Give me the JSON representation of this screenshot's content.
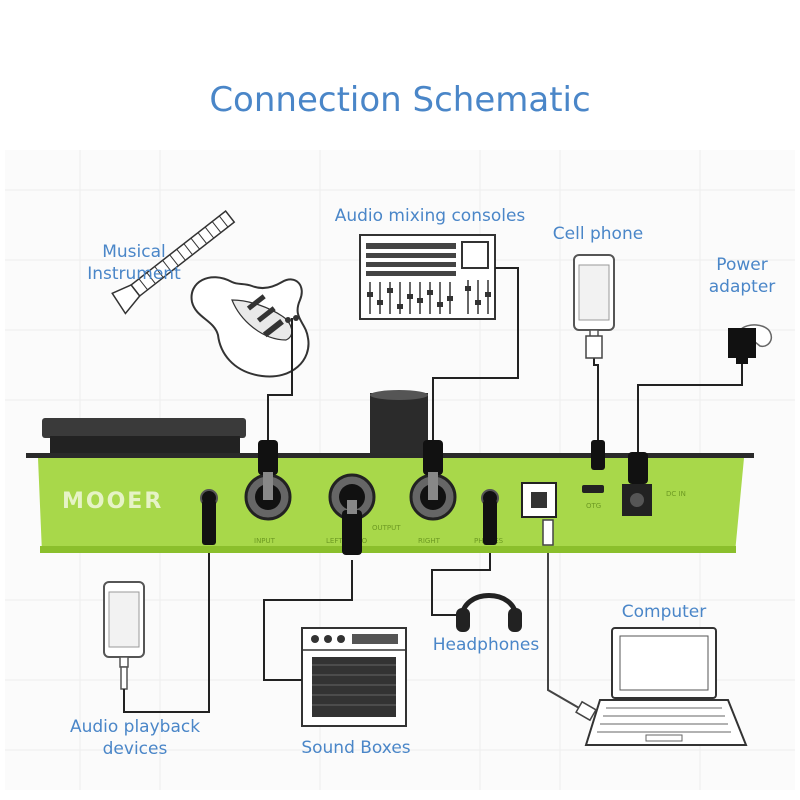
{
  "title": "Connection Schematic",
  "brand": "MOOER",
  "labels": {
    "instrument_line1": "Musical",
    "instrument_line2": "Instrument",
    "mixer": "Audio mixing consoles",
    "phone": "Cell phone",
    "power_line1": "Power",
    "power_line2": "adapter",
    "computer": "Computer",
    "headphones": "Headphones",
    "playback_line1": "Audio playback",
    "playback_line2": "devices",
    "speaker": "Sound Boxes"
  },
  "panel_labels": {
    "input": "INPUT",
    "left_mono": "LEFT/MONO",
    "output": "OUTPUT",
    "right": "RIGHT",
    "phones": "PHONES",
    "otg": "OTG",
    "dc": "DC IN"
  },
  "colors": {
    "title": "#4a86c8",
    "panel": "#a8d84a",
    "panel_dark": "#8bbf2c",
    "frame": "#2a2a2a"
  }
}
